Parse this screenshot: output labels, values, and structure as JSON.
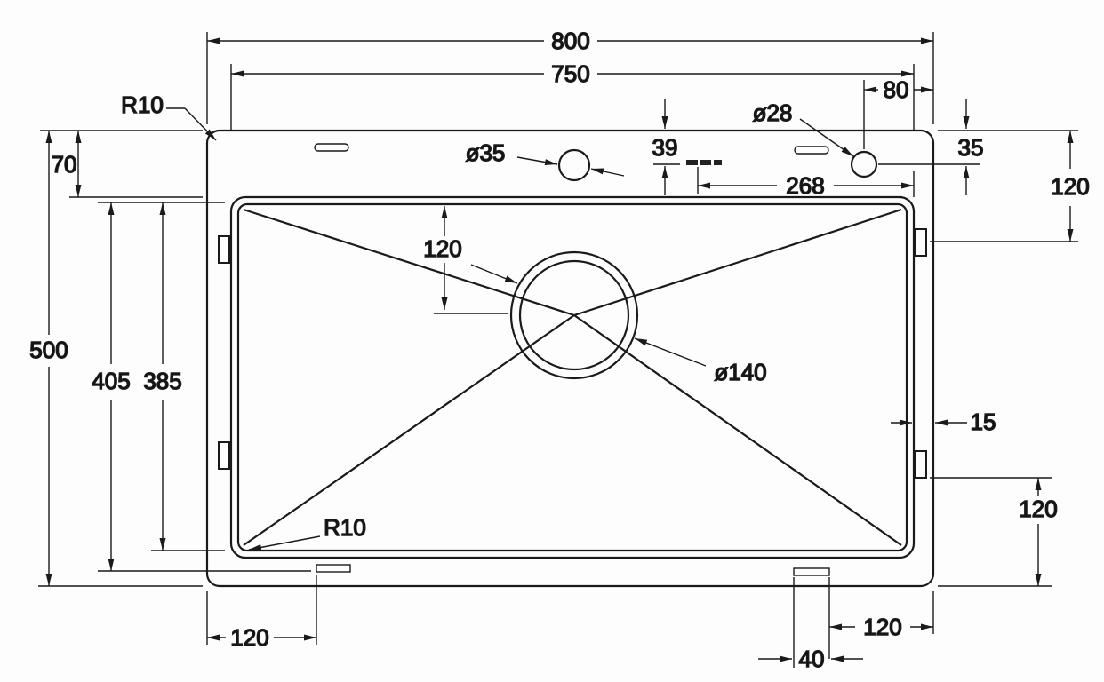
{
  "colors": {
    "line": "#1a1a1a",
    "background": "#fdfdfd",
    "text": "#111111"
  },
  "drawing": {
    "kind": "sink-top-view-dimension-drawing",
    "dimensions": {
      "overall_width": "800",
      "inner_width": "750",
      "hole_offset_right": "80",
      "hole_offset_top": "35",
      "flange_right_top": "120",
      "hole_small_dia": "ø28",
      "hole_large_dia": "ø35",
      "stamp_offset_top": "39",
      "stamp_offset_right": "268",
      "corner_radius_top": "R10",
      "flange_height": "70",
      "overall_height": "500",
      "bowl_outer_height": "405",
      "bowl_inner_height": "385",
      "drain_offset_top": "120",
      "drain_dia": "ø140",
      "edge_gap": "15",
      "clip_offset_bottom_right": "120",
      "corner_radius_bowl": "R10",
      "tab_offset_left": "120",
      "tab_width": "40",
      "tab_offset_right": "120"
    }
  }
}
